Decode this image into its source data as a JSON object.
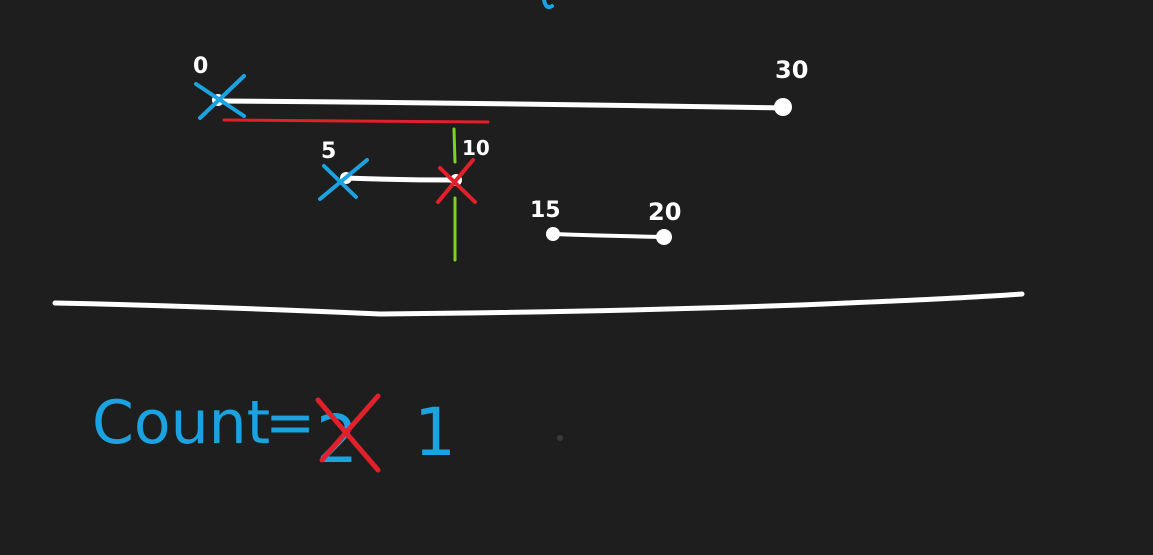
{
  "labels": {
    "n0": "0",
    "n30": "30",
    "n5": "5",
    "n10": "10",
    "n15": "15",
    "n20": "20"
  },
  "count": {
    "word": "Count",
    "equals": "=",
    "old_value": "2",
    "new_value": "1"
  },
  "colors": {
    "background": "#1e1e1e",
    "ink": "#ffffff",
    "blue": "#1aa3e0",
    "red": "#e0202a",
    "green": "#7ed321"
  }
}
